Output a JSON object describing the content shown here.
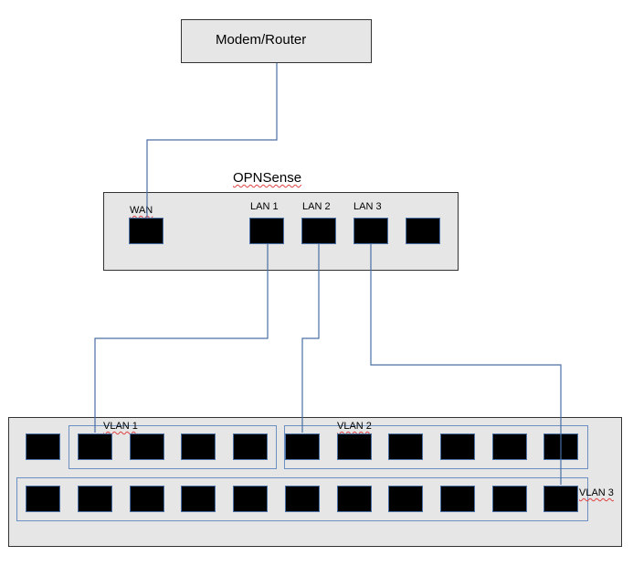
{
  "modem": {
    "label": "Modem/Router"
  },
  "firewall": {
    "title": "OPNSense",
    "ports": [
      {
        "label": "WAN"
      },
      {
        "label": "LAN 1"
      },
      {
        "label": "LAN 2"
      },
      {
        "label": "LAN 3"
      },
      {
        "label": ""
      }
    ]
  },
  "switch": {
    "vlans": [
      {
        "label": "VLAN 1"
      },
      {
        "label": "VLAN 2"
      },
      {
        "label": "VLAN 3"
      }
    ],
    "top_row_ports": 11,
    "bottom_row_ports": 11
  },
  "connections": [
    {
      "from": "Modem/Router",
      "to": "WAN"
    },
    {
      "from": "LAN 1",
      "to": "VLAN 1"
    },
    {
      "from": "LAN 2",
      "to": "VLAN 2"
    },
    {
      "from": "LAN 3",
      "to": "VLAN 3"
    }
  ],
  "colors": {
    "wire": "#4a6fa5",
    "device_fill": "#e6e6e6",
    "port": "#000000"
  }
}
